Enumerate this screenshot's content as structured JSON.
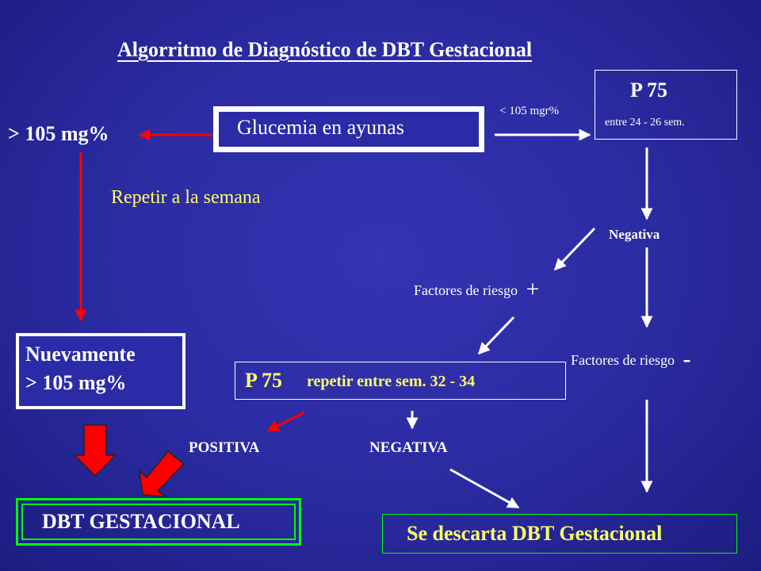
{
  "title": "Algorritmo de Diagnóstico de DBT Gestacional",
  "nodes": {
    "glucemia": "Glucemia en ayunas",
    "p75_top": "P 75",
    "p75_top_sub": "entre 24 - 26 sem.",
    "lt105": "< 105 mgr%",
    "gt105": "> 105 mg%",
    "repetir": "Repetir a la semana",
    "negativa": "Negativa",
    "fr_plus": "Factores de riesgo",
    "fr_plus_sign": "+",
    "fr_minus": "Factores de riesgo",
    "fr_minus_sign": "-",
    "nuevamente_1": "Nuevamente",
    "nuevamente_2": "> 105 mg%",
    "p75_bottom": "P 75",
    "p75_bottom_sub": "repetir entre sem. 32 - 34",
    "positiva": "POSITIVA",
    "negativa_caps": "NEGATIVA",
    "dbt": "DBT GESTACIONAL",
    "descarta": "Se descarta DBT Gestacional"
  },
  "colors": {
    "background": "#2a2aa0",
    "text": "#ffffff",
    "accent_yellow": "#ffff66",
    "arrow_red": "#ff0000",
    "box_green": "#00ff00"
  }
}
